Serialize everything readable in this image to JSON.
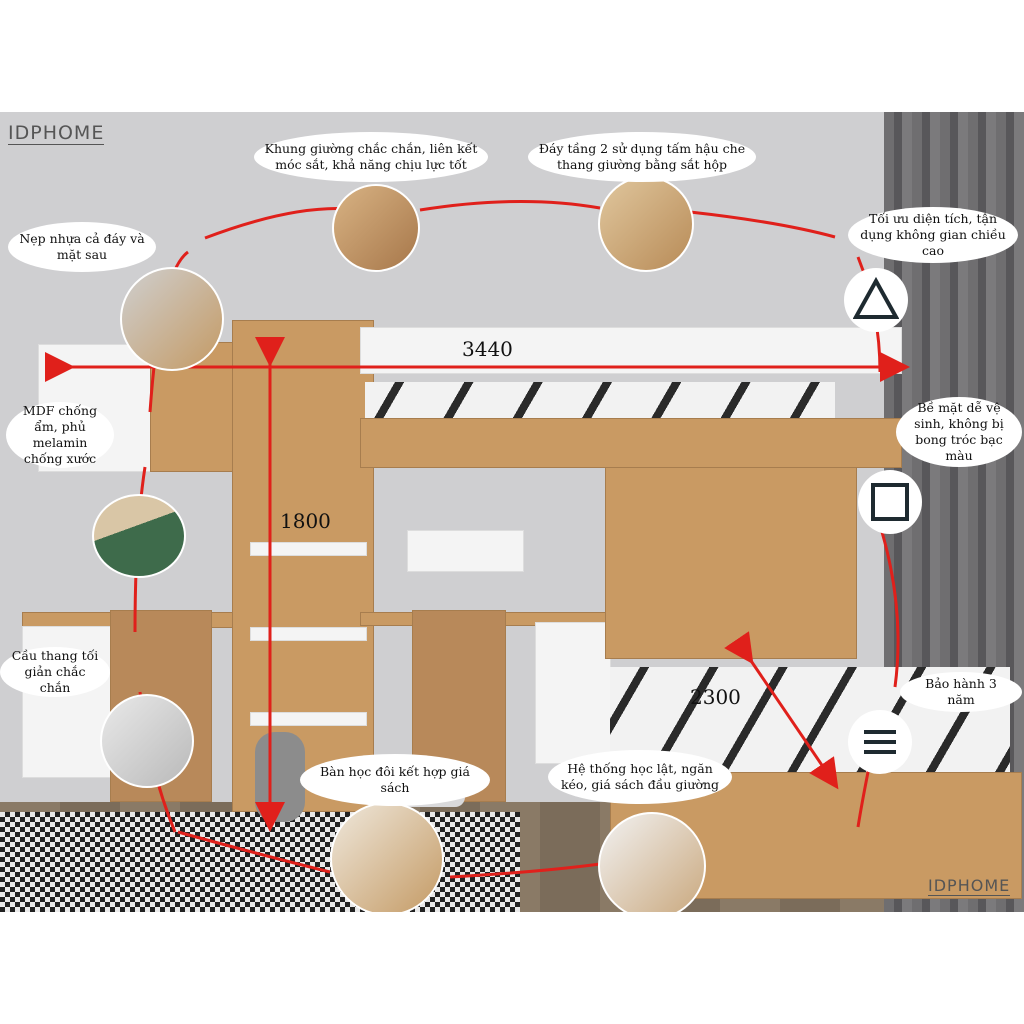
{
  "brand": {
    "logo": "IDPHOME",
    "logo_bottom": "IDPHOME"
  },
  "dimensions": {
    "width": "3440",
    "height": "1800",
    "length": "2300"
  },
  "callouts": {
    "frame": "Khung giường chắc chắn, liên kết móc sắt, khả năng chịu lực tốt",
    "upper_base": "Đáy tầng 2 sử dụng tấm hậu che thang giường bằng sắt hộp",
    "edging": "Nẹp nhựa cả đáy và mặt sau",
    "space": "Tối ưu diện tích, tận dụng không gian chiều cao",
    "mdf": "MDF chống ẩm, phủ melamin chống xước",
    "surface": "Bề mặt dễ vệ sinh, không bị bong tróc bạc màu",
    "stairs": "Cầu thang tối giản chắc chắn",
    "warranty": "Bảo hành 3 năm",
    "desk": "Bàn học đôi kết hợp giá sách",
    "drawers": "Hệ thống học lật, ngăn kéo, giá sách đầu giường"
  },
  "icons": [
    "triangle-icon",
    "square-icon",
    "menu-lines-icon"
  ],
  "colors": {
    "accent_line": "#e0201b",
    "wood": "#c99a63"
  }
}
